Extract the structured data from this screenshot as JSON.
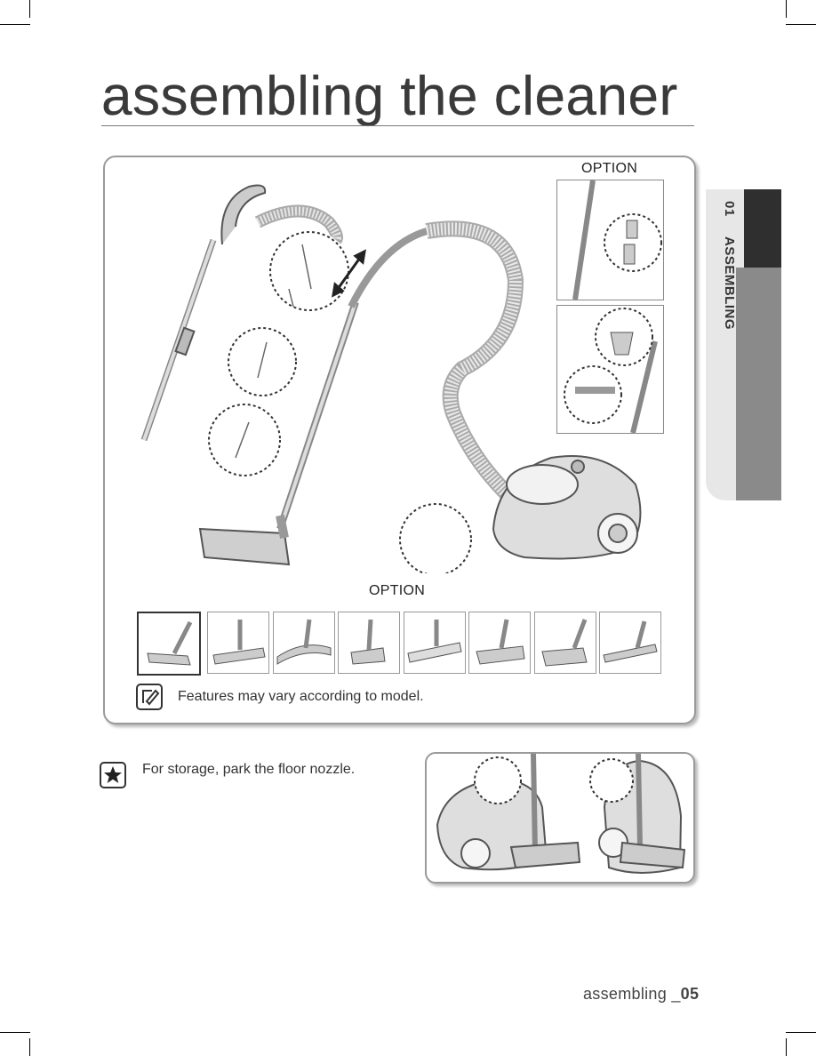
{
  "page": {
    "title": "assembling the cleaner",
    "footer_section": "assembling _",
    "footer_page": "05"
  },
  "side_tab": {
    "number": "01",
    "label": "ASSEMBLING"
  },
  "main_figure": {
    "option_label_top": "OPTION",
    "option_label_nozzles": "OPTION",
    "nozzle_count": 8,
    "selected_nozzle_index": 0
  },
  "note": {
    "icon": "note-pencil-icon",
    "text": "Features may vary according to model."
  },
  "storage": {
    "icon": "star-icon",
    "text": "For storage, park the floor nozzle."
  },
  "colors": {
    "tab_dark": "#2f2f2f",
    "tab_gray": "#8a8a8a",
    "tab_light": "#e7e7e7",
    "panel_border": "#9a9a9a"
  }
}
